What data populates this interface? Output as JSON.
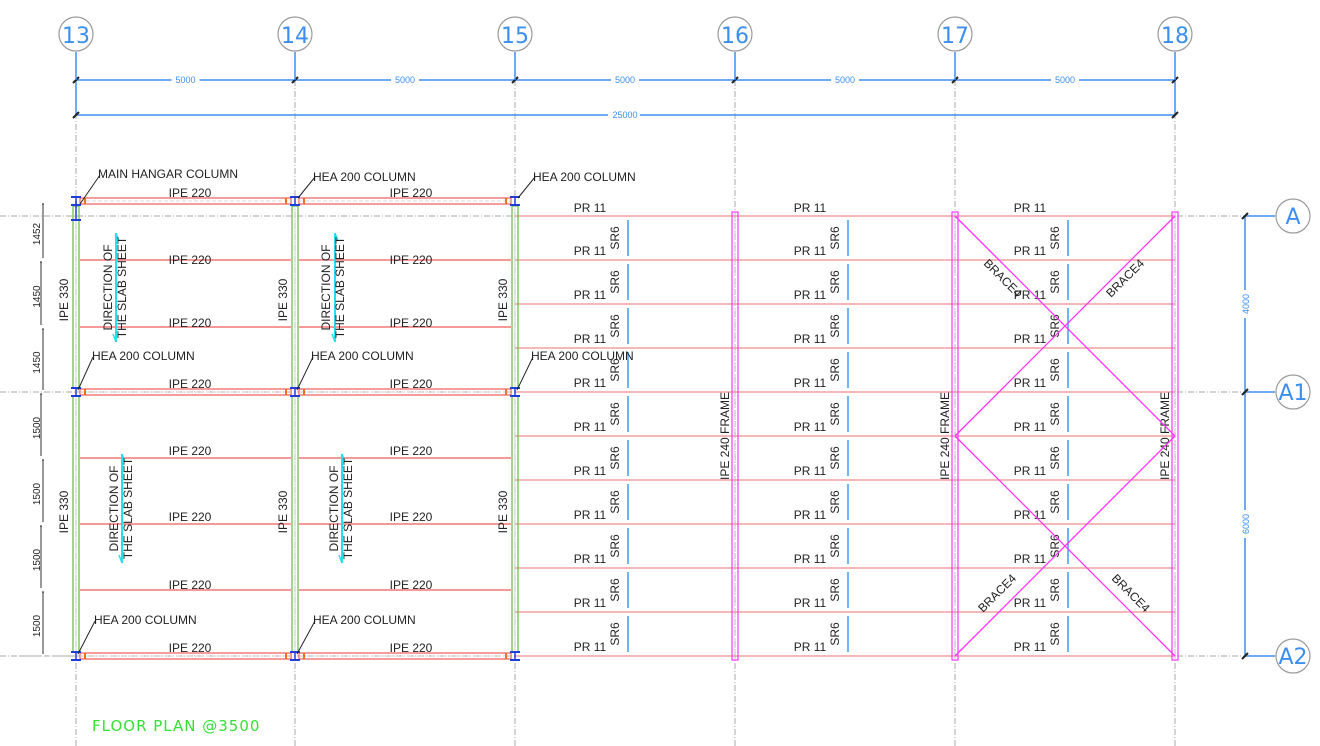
{
  "title": "FLOOR PLAN @3500",
  "colors": {
    "grid_bubble_text": "#3c8ff0",
    "dimension": "#3c8ff0",
    "beam": "#f05a5a",
    "purlin": "#f0a0a0",
    "column_beam": "#6cc04a",
    "frame": "#ff33ff",
    "brace": "#ff33ff",
    "sag_rod": "#3c9cf0",
    "slab_arrow": "#22e0ee",
    "title": "#35e035"
  },
  "grid_columns": [
    "13",
    "14",
    "15",
    "16",
    "17",
    "18"
  ],
  "grid_rows": [
    "A",
    "A1",
    "A2"
  ],
  "top_dimensions": {
    "spans": [
      "5000",
      "5000",
      "5000",
      "5000",
      "5000"
    ],
    "overall": "25000"
  },
  "right_dimensions": [
    "4000",
    "6000"
  ],
  "left_dimensions": [
    "1452",
    "1450",
    "1450",
    "1500",
    "1500",
    "1500",
    "1500"
  ],
  "left_bays": {
    "top_beam": "IPE 220",
    "beams": [
      "IPE 220",
      "IPE 220",
      "IPE 220",
      "IPE 220",
      "IPE 220",
      "IPE 220",
      "IPE 220"
    ],
    "side_beam": "IPE 330",
    "slab_direction": [
      "DIRECTION OF",
      "THE SLAB SHEET"
    ],
    "callouts": {
      "main_hangar": "MAIN HANGAR COLUMN",
      "hea": "HEA 200 COLUMN"
    }
  },
  "right_bays": {
    "purlin": "PR 11",
    "sag_rod": "SR6",
    "frame": "IPE 240 FRAME",
    "brace": "BRACE4"
  }
}
